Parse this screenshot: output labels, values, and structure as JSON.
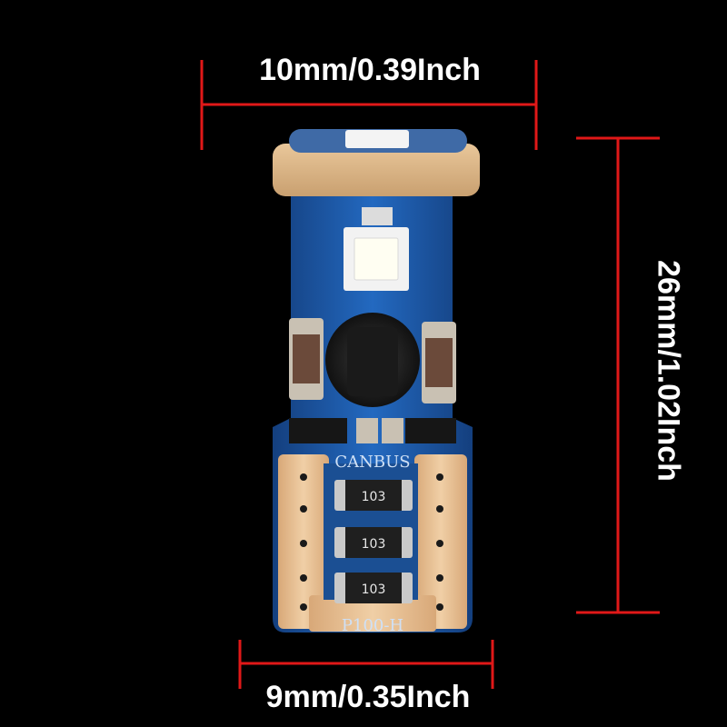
{
  "dimensions": {
    "top": "10mm/0.39Inch",
    "right": "26mm/1.02Inch",
    "bottom": "9mm/0.35Inch"
  },
  "pcb": {
    "canbus_label": "CANBUS",
    "model_label": "P100-H",
    "resistor_codes": [
      "103",
      "103",
      "103"
    ]
  },
  "colors": {
    "background": "#000000",
    "dimension_lines": "#e01818",
    "pcb_blue": "#1d5fb0",
    "contact_copper": "#e2b88a",
    "text": "#ffffff"
  }
}
